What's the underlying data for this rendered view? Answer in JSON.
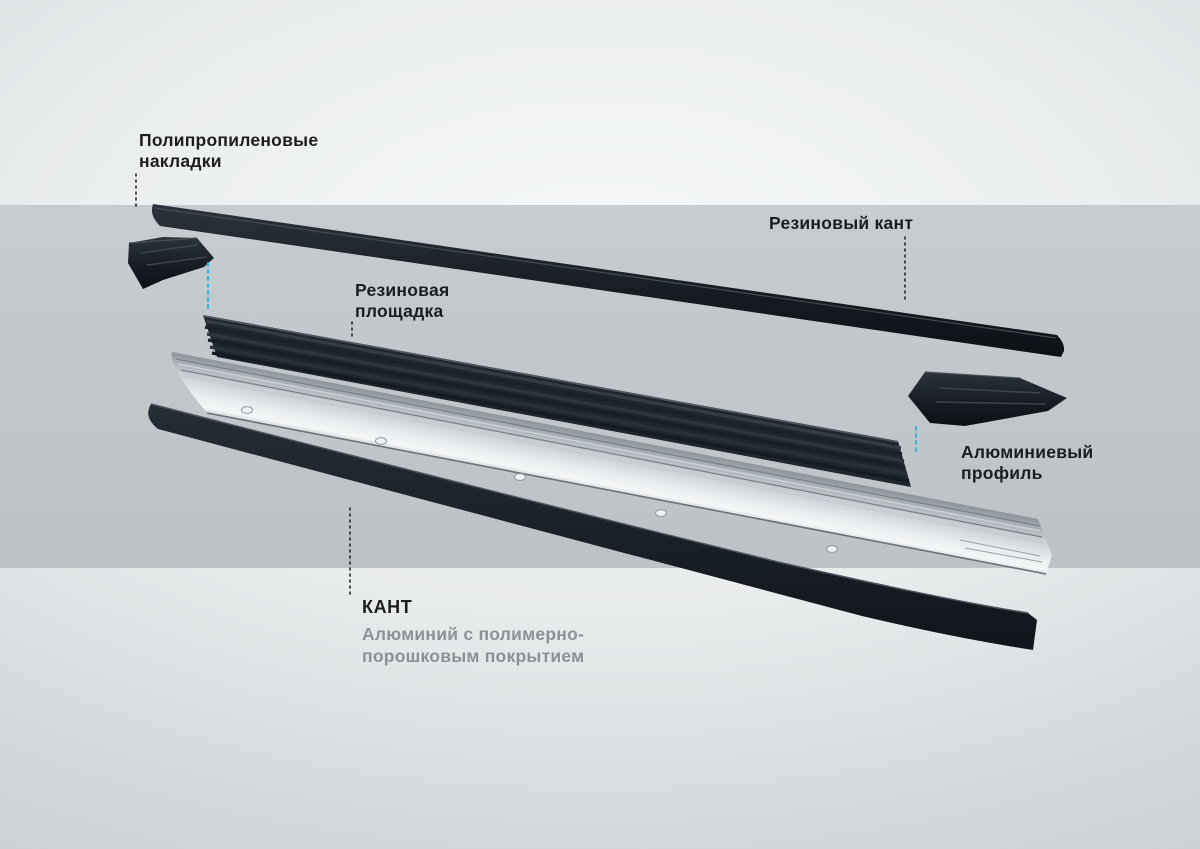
{
  "colors": {
    "background_center": "#f5f7f8",
    "background_edge": "#c9cdd0",
    "band": "#c3c8cc",
    "part_dark": "#1a1f26",
    "aluminum_highlight": "#eef1f3",
    "aluminum_shadow": "#8a9198",
    "leader_dark": "#26282a",
    "leader_cyan": "#3ab5d8",
    "label_text": "#1c1d1f",
    "subtitle_text": "#8c9196"
  },
  "labels": {
    "pads": {
      "lines": [
        "Полипропиленовые",
        "накладки"
      ]
    },
    "edging": {
      "text": "Резиновый кант"
    },
    "platform": {
      "lines": [
        "Резиновая",
        "площадка"
      ]
    },
    "profile": {
      "lines": [
        "Алюминиевый",
        "профиль"
      ]
    },
    "kant": {
      "title": "КАНТ",
      "subtitle": [
        "Алюминий с полимерно-",
        "порошковым покрытием"
      ]
    }
  }
}
